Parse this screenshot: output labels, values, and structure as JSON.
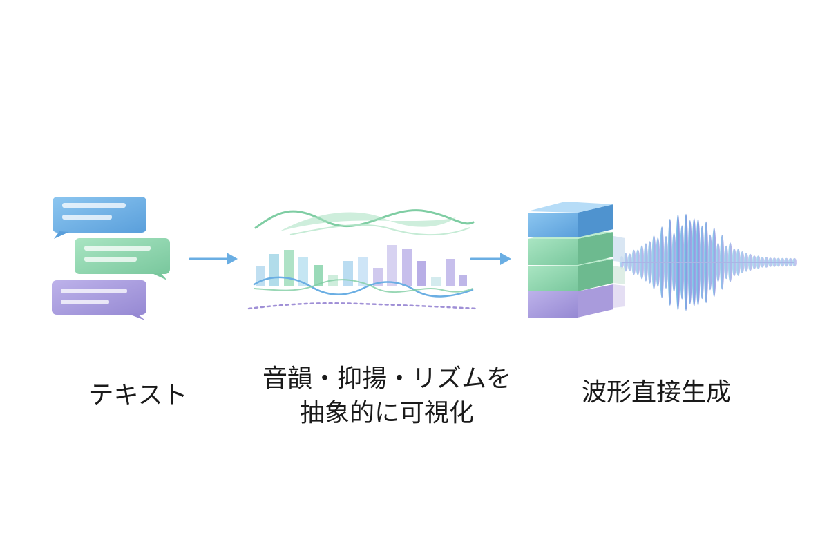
{
  "steps": [
    {
      "id": "text",
      "caption_lines": [
        "テキスト"
      ],
      "icon": "chat-bubbles-icon"
    },
    {
      "id": "prosody",
      "caption_lines": [
        "音韻・抑揚・リズムを",
        "抽象的に可視化"
      ],
      "icon": "prosody-visualization-icon"
    },
    {
      "id": "waveform",
      "caption_lines": [
        "波形直接生成"
      ],
      "icon": "model-layers-waveform-icon"
    }
  ],
  "colors": {
    "blue": "#6aaee3",
    "green": "#8fd6ad",
    "purple": "#a99bdc",
    "arrow": "#6aaee3",
    "text": "#1a1a1a"
  }
}
